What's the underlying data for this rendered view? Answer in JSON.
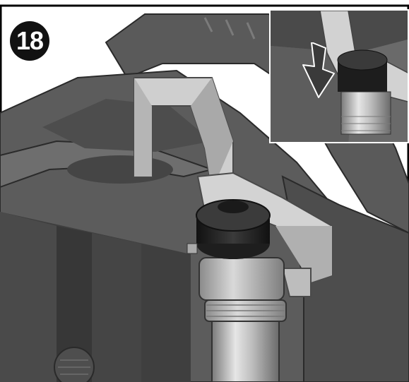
{
  "step": {
    "number": "18"
  },
  "illustration": {
    "subject": "handle-bracket-over-outlet-cap",
    "inset": {
      "arrow_direction": "down",
      "arrow_icon": "press-down-arrow-icon"
    }
  },
  "colors": {
    "body_dark": "#4a4a4a",
    "body_mid": "#6e6e6e",
    "metal_light": "#cfcfcf",
    "metal_mid": "#a9a9a9",
    "cap_black": "#1e1e1e",
    "badge": "#111111",
    "arrow": "#3a3a3a"
  }
}
